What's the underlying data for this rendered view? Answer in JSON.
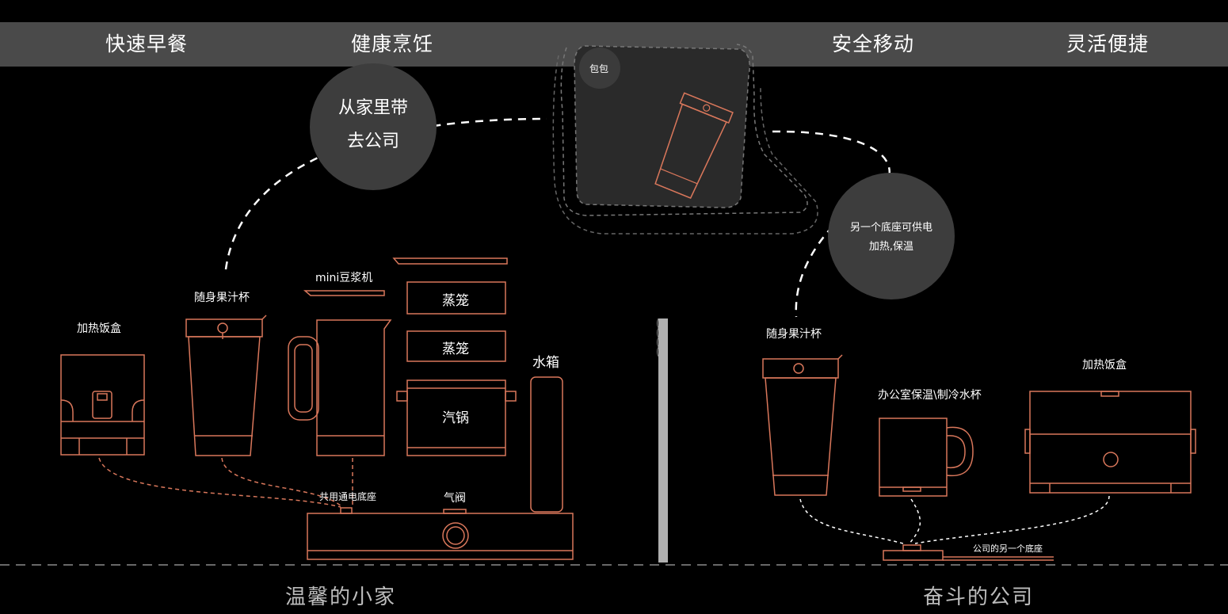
{
  "header": {
    "items": [
      "快速早餐",
      "健康烹饪",
      "安全移动",
      "灵活便捷"
    ]
  },
  "bubbles": {
    "home_to_office_line1": "从家里带",
    "home_to_office_line2": "去公司",
    "bag": "包包",
    "office_base_line1": "另一个底座可供电",
    "office_base_line2": "加热,保温"
  },
  "home": {
    "lunchbox": "加热饭盒",
    "juice_cup": "随身果汁杯",
    "soymilk": "mini豆浆机",
    "steamer1": "蒸笼",
    "steamer2": "蒸笼",
    "pot": "汽锅",
    "water_tank": "水箱",
    "base": "共用通电底座",
    "valve": "气阀",
    "title": "温馨的小家"
  },
  "office": {
    "juice_cup": "随身果汁杯",
    "mug": "办公室保温\\制冷水杯",
    "lunchbox": "加热饭盒",
    "base": "公司的另一个底座",
    "title": "奋斗的公司"
  },
  "colors": {
    "outline": "#d9775b",
    "header_band": "#4a4a4a",
    "bubble": "#3d3d3d",
    "dash": "#ffffff"
  }
}
